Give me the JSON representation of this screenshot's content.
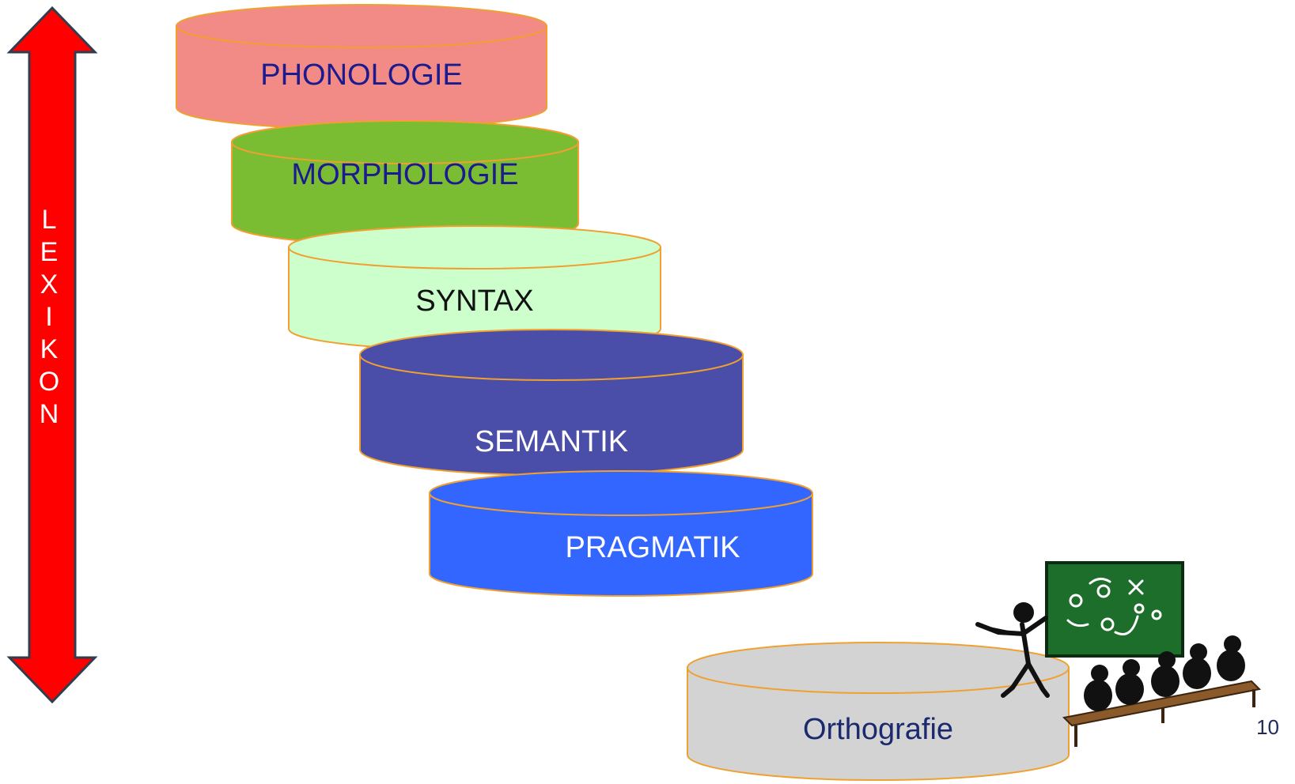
{
  "lexikon": {
    "letters": [
      "L",
      "E",
      "X",
      "I",
      "K",
      "O",
      "N"
    ],
    "color": "#ff0000"
  },
  "layers": [
    {
      "id": "phonologie",
      "label": "PHONOLOGIE",
      "fill": "#f28b86",
      "text_color": "#1b1b8f"
    },
    {
      "id": "morphologie",
      "label": "MORPHOLOGIE",
      "fill": "#7bbd32",
      "text_color": "#1b1b8f"
    },
    {
      "id": "syntax",
      "label": "SYNTAX",
      "fill": "#ccffcc",
      "text_color": "#111111"
    },
    {
      "id": "semantik",
      "label": "SEMANTIK",
      "fill": "#4b4ea8",
      "text_color": "#ffffff"
    },
    {
      "id": "pragmatik",
      "label": "PRAGMATIK",
      "fill": "#3366ff",
      "text_color": "#ffffff"
    },
    {
      "id": "orthografie",
      "label": "Orthografie",
      "fill": "#d3d3d3",
      "text_color": "#1b2a6e"
    }
  ],
  "outline_color": "#f0a030",
  "page_number": "10"
}
